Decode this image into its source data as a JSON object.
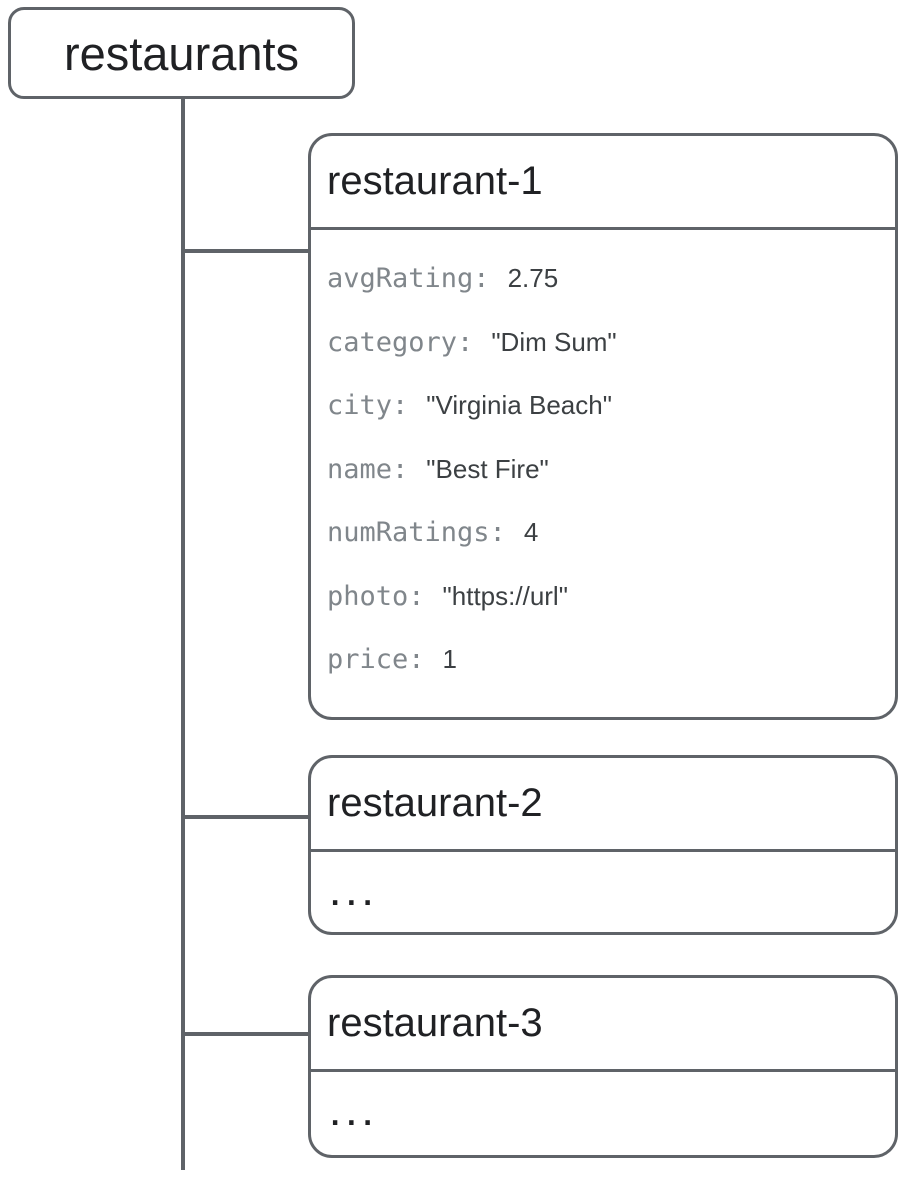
{
  "diagram": {
    "collection": {
      "label": "restaurants"
    },
    "documents": [
      {
        "title": "restaurant-1",
        "fields": [
          {
            "label": "avgRating:",
            "value": "2.75"
          },
          {
            "label": "category:",
            "value": "\"Dim Sum\""
          },
          {
            "label": "city:",
            "value": "\"Virginia Beach\""
          },
          {
            "label": "name:",
            "value": "\"Best Fire\""
          },
          {
            "label": "numRatings:",
            "value": "4"
          },
          {
            "label": "photo:",
            "value": "\"https://url\""
          },
          {
            "label": "price:",
            "value": "1"
          }
        ]
      },
      {
        "title": "restaurant-2",
        "body": "..."
      },
      {
        "title": "restaurant-3",
        "body": "..."
      }
    ],
    "colors": {
      "line": "#5f6368",
      "title_text": "#202124",
      "field_label": "#80868b",
      "field_value": "#3c4043",
      "background": "#ffffff"
    }
  }
}
